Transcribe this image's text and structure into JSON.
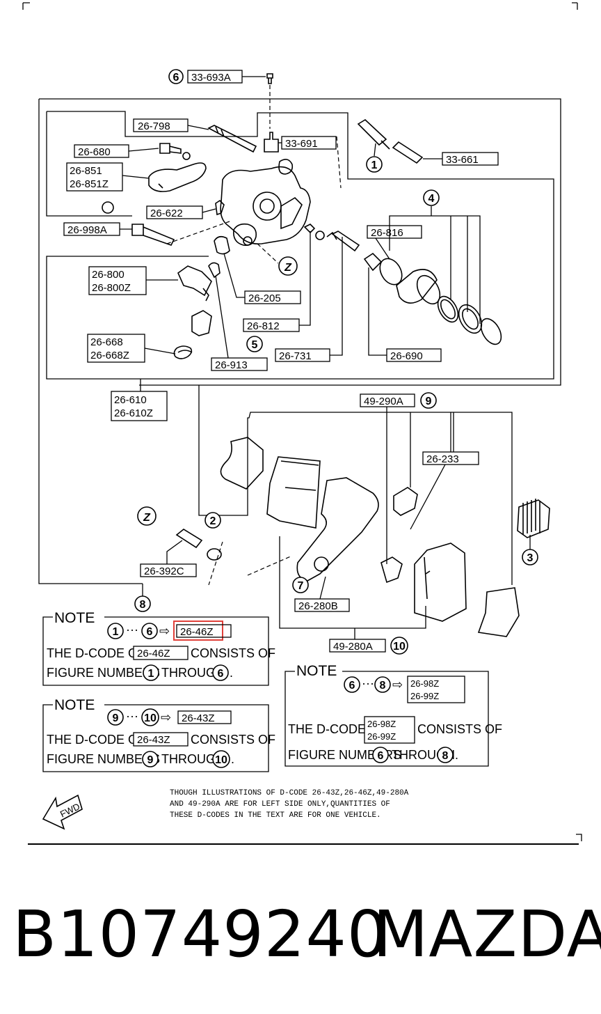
{
  "top_part": {
    "num": "6",
    "code": "33-693A"
  },
  "caliper_labels": {
    "l26798": "26-798",
    "l33691": "33-691",
    "l26680": "26-680",
    "l26851": "26-851",
    "l26851z": "26-851Z",
    "l33661": "33-661",
    "c1": "1",
    "c4": "4",
    "l26622": "26-622",
    "l26816": "26-816",
    "l26998a": "26-998A",
    "cz1": "Z",
    "l26800": "26-800",
    "l26800z": "26-800Z",
    "l26205": "26-205",
    "l26812": "26-812",
    "l26668": "26-668",
    "l26668z": "26-668Z",
    "c5": "5",
    "l26913": "26-913",
    "l26731": "26-731",
    "l26690": "26-690",
    "l26610": "26-610",
    "l26610z": "26-610Z"
  },
  "pad_labels": {
    "l49290a": "49-290A",
    "c9": "9",
    "l26233": "26-233",
    "cz2": "Z",
    "c2": "2",
    "c3": "3",
    "l26392c": "26-392C",
    "c7": "7",
    "l26280b": "26-280B",
    "c8": "8",
    "l49280a": "49-280A",
    "c10": "10"
  },
  "note1": {
    "title": "NOTE",
    "from": "1",
    "dots": "···",
    "to": "6",
    "arrow": "⇨",
    "code": "26-46Z",
    "pre": "THE D-CODE OF",
    "code2": "26-46Z",
    "post": "CONSISTS OF",
    "line2": "FIGURE NUMBERS",
    "n1": "1",
    "through": "THROUGH",
    "n2": "6",
    "dot": "."
  },
  "note2": {
    "title": "NOTE",
    "from": "9",
    "dots": "···",
    "to": "10",
    "arrow": "⇨",
    "code": "26-43Z",
    "pre": "THE D-CODE OF",
    "code2": "26-43Z",
    "post": "CONSISTS OF",
    "line2": "FIGURE NUMBERS",
    "n1": "9",
    "through": "THROUGH",
    "n2": "10",
    "dot": "."
  },
  "note3": {
    "title": "NOTE",
    "from": "6",
    "dots": "···",
    "to": "8",
    "arrow": "⇨",
    "code_a": "26-98Z",
    "code_b": "26-99Z",
    "pre": "THE D-CODE OF",
    "code2a": "26-98Z",
    "code2b": "26-99Z",
    "post": "CONSISTS OF",
    "line2": "FIGURE NUMBERS",
    "n1": "6",
    "through": "THROUGH",
    "n2": "8",
    "dot": "."
  },
  "fwd": "FWD",
  "disclaimer": [
    "THOUGH ILLUSTRATIONS OF D-CODE 26-43Z,26-46Z,49-280A",
    "AND 49-290A ARE FOR LEFT SIDE ONLY,QUANTITIES OF",
    "THESE D-CODES IN THE TEXT ARE FOR ONE VEHICLE."
  ],
  "footer": {
    "part_number": "B10749240",
    "brand": "MAZDA"
  },
  "colors": {
    "highlight": "#e0403a",
    "ink": "#000000"
  }
}
